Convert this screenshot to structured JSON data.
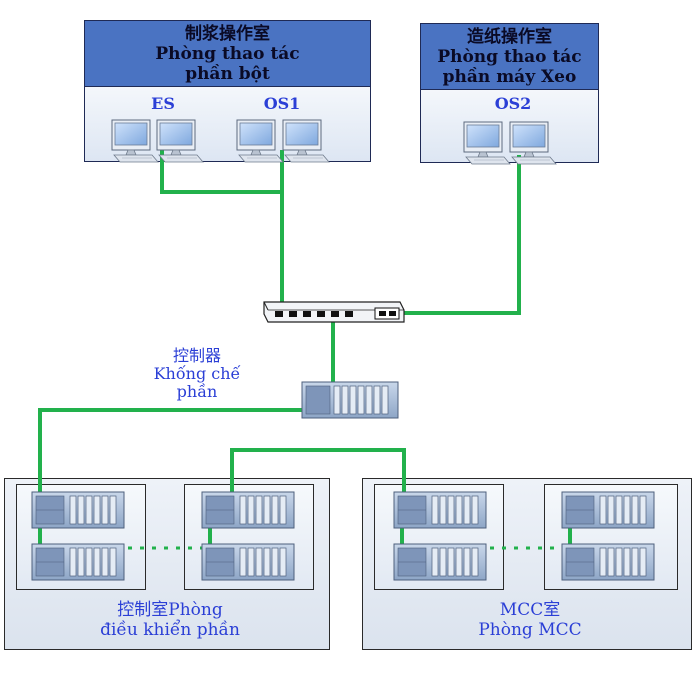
{
  "rooms": {
    "pulp_operation": {
      "zh": "制浆操作室",
      "vi_1": "Phòng thao tác",
      "vi_2": "phần bột"
    },
    "paper_operation": {
      "zh": "造纸操作室",
      "vi_1": "Phòng thao tác",
      "vi_2": "phần máy Xeo"
    },
    "pulp_control": {
      "zh": "控制室Phòng",
      "vi": "điều khiển phần"
    },
    "mcc": {
      "zh": "MCC室",
      "vi": "Phòng  MCC"
    }
  },
  "stations": {
    "es": "ES",
    "os1": "OS1",
    "os2": "OS2"
  },
  "controller": {
    "zh": "控制器",
    "vi_1": "Khống chế",
    "vi_2": "phần"
  },
  "colors": {
    "link": "#22b14c",
    "room_header": "#4a73c2",
    "label_blue": "#2b3fd6"
  }
}
